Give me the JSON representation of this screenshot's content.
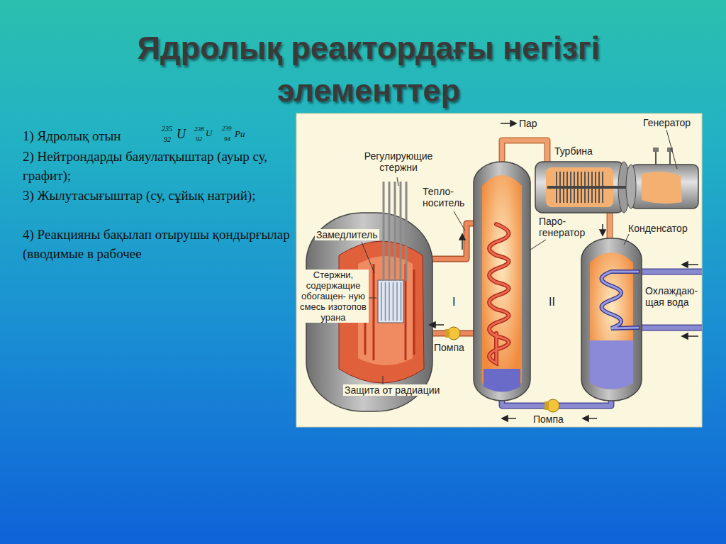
{
  "diagram": {
    "title": "Ядролық реактордағы негізгі элементтер",
    "labels": [
      "1) Ядролық отын",
      "235",
      "92",
      "U",
      "238",
      "92",
      "U",
      "239",
      "94",
      "Pu",
      "2) Нейтрондарды баяулатқыштар (ауыр су, графит);",
      "3) Жылутасығыштар (су, сұйық натрий);",
      "4) Реакцияны бақылап отырушы қондырғылар (вводимые в рабочее",
      "Пар",
      "Турбина",
      "Генератор",
      "Регулирующие стержни",
      "Тепло- носитель",
      "Паро- генератор",
      "Замедлитель",
      "Конденсатор",
      "Стержни, содержащие обогащен- ную смесь изотопов урана",
      "I",
      "II",
      "Охлаждаю- щая вода",
      "Помпа",
      "Защита от радиации",
      "Помпа"
    ]
  }
}
